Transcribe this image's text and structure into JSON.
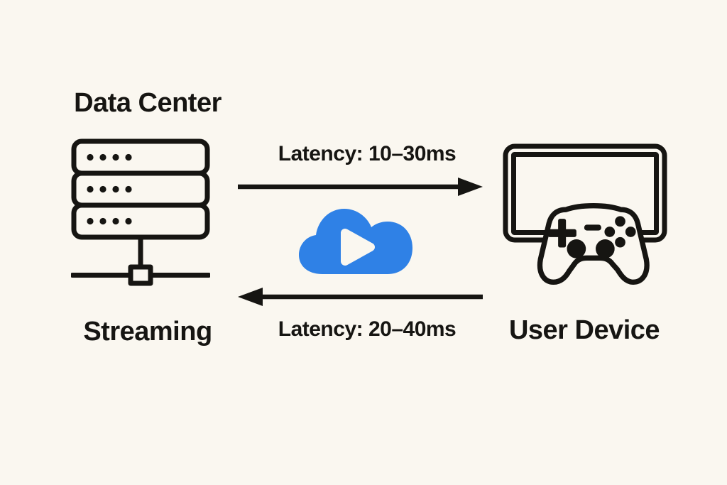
{
  "diagram": {
    "background": "#FAF7F0",
    "ink": "#161512",
    "accent_blue": "#2F81E6",
    "data_center": {
      "title": "Data Center",
      "caption": "Streaming",
      "icon": "server-rack-icon"
    },
    "user_device": {
      "title": "User Device",
      "icon": "monitor-gamepad-icon"
    },
    "cloud": {
      "icon": "cloud-play-icon"
    },
    "flows": {
      "downstream": {
        "label": "Latency: 10–30ms",
        "direction": "right",
        "from": "Data Center",
        "to": "User Device"
      },
      "upstream": {
        "label": "Latency: 20–40ms",
        "direction": "left",
        "from": "User Device",
        "to": "Data Center"
      }
    }
  }
}
